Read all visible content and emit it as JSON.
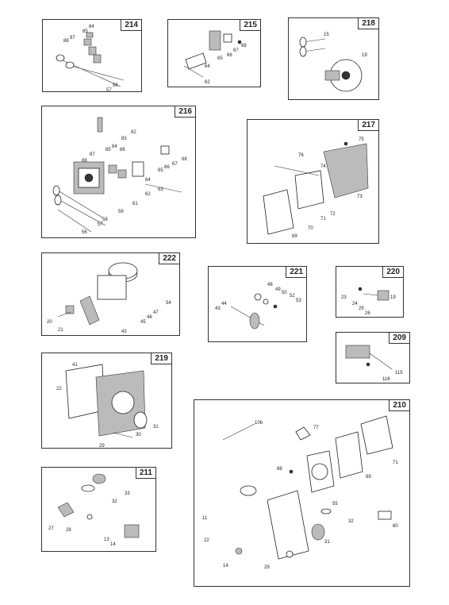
{
  "panels": [
    {
      "id": "214",
      "labels": [
        "84",
        "85",
        "87",
        "88",
        "56",
        "57"
      ]
    },
    {
      "id": "215",
      "labels": [
        "68",
        "67",
        "66",
        "65",
        "64",
        "62"
      ]
    },
    {
      "id": "218",
      "labels": [
        "15",
        "19"
      ]
    },
    {
      "id": "216",
      "labels": [
        "83",
        "82",
        "84",
        "85",
        "86",
        "87",
        "88",
        "65",
        "66",
        "67",
        "68",
        "64",
        "63",
        "62",
        "61",
        "59",
        "58",
        "57",
        "56"
      ]
    },
    {
      "id": "217",
      "labels": [
        "75",
        "76",
        "74",
        "73",
        "72",
        "71",
        "70",
        "69"
      ]
    },
    {
      "id": "222",
      "labels": [
        "54",
        "47",
        "46",
        "45",
        "42",
        "21",
        "20"
      ]
    },
    {
      "id": "221",
      "labels": [
        "48",
        "49",
        "50",
        "52",
        "53",
        "44",
        "43"
      ]
    },
    {
      "id": "220",
      "labels": [
        "23",
        "24",
        "25",
        "26",
        "19"
      ]
    },
    {
      "id": "209",
      "labels": [
        "115",
        "116"
      ]
    },
    {
      "id": "219",
      "labels": [
        "41",
        "22",
        "31",
        "30",
        "29"
      ]
    },
    {
      "id": "211",
      "labels": [
        "33",
        "32",
        "27",
        "28",
        "13",
        "14"
      ]
    },
    {
      "id": "210",
      "labels": [
        "106",
        "77",
        "71",
        "88",
        "69",
        "55",
        "32",
        "60",
        "11",
        "22",
        "31",
        "14",
        "29"
      ]
    }
  ]
}
